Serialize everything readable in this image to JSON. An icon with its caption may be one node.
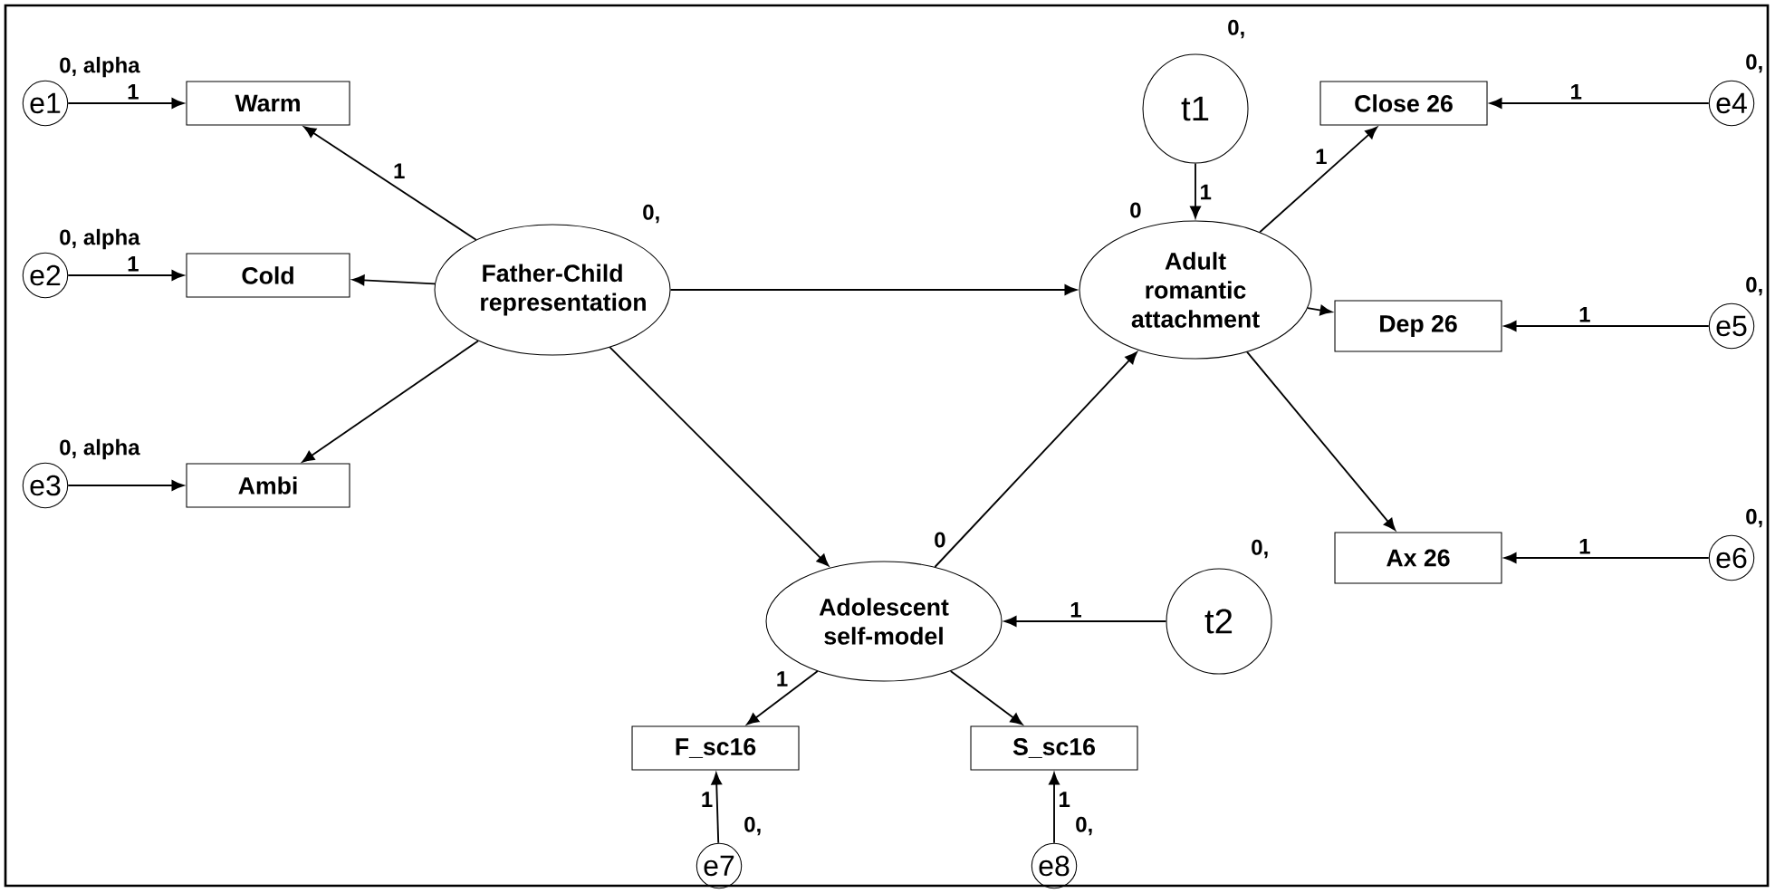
{
  "diagram": {
    "nodes": [
      {
        "text": [
          "e1"
        ],
        "beside": [
          "0, alpha"
        ]
      },
      {
        "text": [
          "Warm"
        ]
      },
      {
        "text": [
          "e2"
        ],
        "beside": [
          "0, alpha"
        ]
      },
      {
        "text": [
          "Cold"
        ]
      },
      {
        "text": [
          "e3"
        ],
        "beside": [
          "0, alpha"
        ]
      },
      {
        "text": [
          "Ambi"
        ]
      },
      {
        "text": [
          "Father-Child representation"
        ],
        "beside": [
          "0,"
        ]
      },
      {
        "text": [
          "t1"
        ],
        "beside": [
          "0,"
        ]
      },
      {
        "text": [
          "Close 26"
        ]
      },
      {
        "text": [
          "e4"
        ],
        "beside": [
          "0,"
        ]
      },
      {
        "text": [
          "Adult romantic attachment"
        ],
        "beside": [
          "0"
        ]
      },
      {
        "text": [
          "Dep 26"
        ]
      },
      {
        "text": [
          "e5"
        ],
        "beside": [
          "0,"
        ]
      },
      {
        "text": [
          "Ax 26"
        ]
      },
      {
        "text": [
          "e6"
        ],
        "beside": [
          "0,"
        ]
      },
      {
        "text": [
          "Adolescent self-model"
        ],
        "beside": [
          "0"
        ]
      },
      {
        "text": [
          "t2"
        ],
        "beside": [
          "0,"
        ]
      },
      {
        "text": [
          "F_sc16"
        ]
      },
      {
        "text": [
          "S_sc16"
        ]
      },
      {
        "text": [
          "e7"
        ],
        "beside": [
          "0,"
        ]
      },
      {
        "text": [
          "e8"
        ],
        "beside": [
          "0,"
        ]
      }
    ],
    "edges": [
      {
        "from": 0,
        "to": 1,
        "arrow": "to",
        "label": "1"
      },
      {
        "from": 2,
        "to": 3,
        "arrow": "to",
        "label": "1"
      },
      {
        "from": 4,
        "to": 5,
        "arrow": "to"
      },
      {
        "from": 6,
        "to": 1,
        "arrow": "to",
        "label": "1"
      },
      {
        "from": 6,
        "to": 3,
        "arrow": "to"
      },
      {
        "from": 6,
        "to": 5,
        "arrow": "to"
      },
      {
        "from": 6,
        "to": 10,
        "arrow": "to"
      },
      {
        "from": 6,
        "to": 15,
        "arrow": "to"
      },
      {
        "from": 15,
        "to": 10,
        "arrow": "to"
      },
      {
        "from": 7,
        "to": 10,
        "arrow": "to",
        "label": "1"
      },
      {
        "from": 10,
        "to": 8,
        "arrow": "to",
        "label": "1"
      },
      {
        "from": 9,
        "to": 8,
        "arrow": "to",
        "label": "1"
      },
      {
        "from": 10,
        "to": 11,
        "arrow": "to"
      },
      {
        "from": 12,
        "to": 11,
        "arrow": "to",
        "label": "1"
      },
      {
        "from": 10,
        "to": 13,
        "arrow": "to"
      },
      {
        "from": 14,
        "to": 13,
        "arrow": "to",
        "label": "1"
      },
      {
        "from": 16,
        "to": 15,
        "arrow": "to",
        "label": "1"
      },
      {
        "from": 15,
        "to": 17,
        "arrow": "to",
        "label": "1"
      },
      {
        "from": 15,
        "to": 18,
        "arrow": "to"
      },
      {
        "from": 19,
        "to": 17,
        "arrow": "to",
        "label": "1"
      },
      {
        "from": 20,
        "to": 18,
        "arrow": "to",
        "label": "1"
      }
    ]
  }
}
